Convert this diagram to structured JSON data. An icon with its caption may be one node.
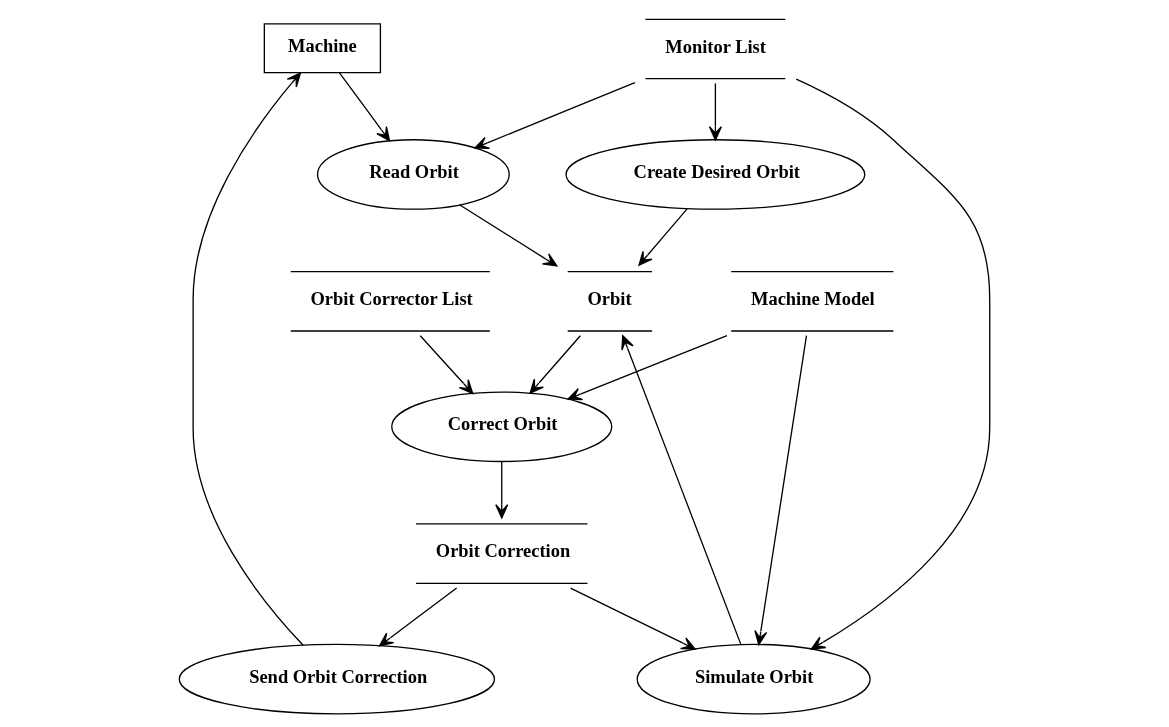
{
  "diagram": {
    "nodes": [
      {
        "text": [
          "Machine"
        ]
      },
      {
        "text": [
          "Send Orbit Correction"
        ]
      },
      {
        "text": [
          "Monitor List"
        ]
      },
      {
        "text": [
          "Read Orbit"
        ]
      },
      {
        "text": [
          "Orbit Corrector List"
        ]
      },
      {
        "text": [
          "Create Desired Orbit"
        ]
      },
      {
        "text": [
          "Orbit"
        ]
      },
      {
        "text": [
          "Simulate Orbit"
        ]
      },
      {
        "text": [
          "Machine Model"
        ]
      },
      {
        "text": [
          "Correct Orbit"
        ]
      },
      {
        "text": [
          "Orbit Correction"
        ]
      }
    ],
    "edges": [
      {
        "from": 1,
        "to": 0,
        "arrow": "to"
      },
      {
        "from": 0,
        "to": 3,
        "arrow": "to"
      },
      {
        "from": 2,
        "to": 3,
        "arrow": "to"
      },
      {
        "from": 2,
        "to": 5,
        "arrow": "to"
      },
      {
        "from": 2,
        "to": 7,
        "arrow": "to"
      },
      {
        "from": 3,
        "to": 6,
        "arrow": "to"
      },
      {
        "from": 5,
        "to": 6,
        "arrow": "to"
      },
      {
        "from": 4,
        "to": 9,
        "arrow": "to"
      },
      {
        "from": 6,
        "to": 9,
        "arrow": "to"
      },
      {
        "from": 7,
        "to": 6,
        "arrow": "to"
      },
      {
        "from": 8,
        "to": 7,
        "arrow": "to"
      },
      {
        "from": 8,
        "to": 9,
        "arrow": "to"
      },
      {
        "from": 9,
        "to": 10,
        "arrow": "to"
      },
      {
        "from": 10,
        "to": 7,
        "arrow": "to"
      },
      {
        "from": 10,
        "to": 1,
        "arrow": "to"
      }
    ]
  }
}
